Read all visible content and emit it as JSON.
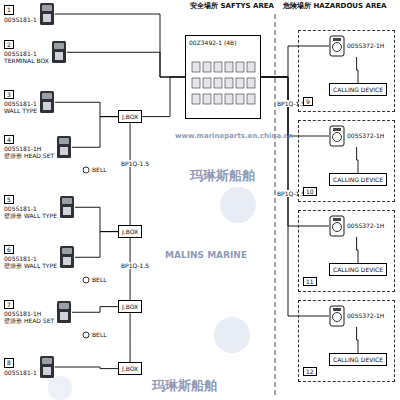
{
  "diagram": {
    "nodes": [
      {
        "text": [
          "1",
          "005S181-1"
        ]
      },
      {
        "text": [
          "2",
          "005S181-1",
          "TERMINAL BOX"
        ]
      },
      {
        "text": [
          "3",
          "005S181-1",
          "WALL TYPE"
        ]
      },
      {
        "text": [
          "4",
          "005S181-1H",
          "壁掛形 HEAD SET"
        ]
      },
      {
        "text": [
          "5",
          "005S181-1",
          "壁掛形 WALL TYPE"
        ]
      },
      {
        "text": [
          "6",
          "005S181-1",
          "壁掛形 WALL TYPE"
        ]
      },
      {
        "text": [
          "7",
          "005S181-1H",
          "壁掛形 HEAD SET"
        ]
      },
      {
        "text": [
          "8",
          "005S181-1"
        ]
      },
      {
        "text": [
          "J.BOX"
        ]
      },
      {
        "text": [
          "J.BOX"
        ]
      },
      {
        "text": [
          "J.BOX"
        ]
      },
      {
        "text": [
          "J.BOX"
        ]
      },
      {
        "text": [
          "00Z3492-1 (4B)"
        ]
      },
      {
        "text": [
          "9"
        ]
      },
      {
        "text": [
          "005S372-1H"
        ],
        "in": 13
      },
      {
        "text": [
          "CALLING DEVICE"
        ],
        "in": 13
      },
      {
        "text": [
          "10"
        ]
      },
      {
        "text": [
          "005S372-1H"
        ],
        "in": 16
      },
      {
        "text": [
          "CALLING DEVICE"
        ],
        "in": 16
      },
      {
        "text": [
          "11"
        ]
      },
      {
        "text": [
          "005S372-1H"
        ],
        "in": 19
      },
      {
        "text": [
          "CALLING DEVICE"
        ],
        "in": 19
      },
      {
        "text": [
          "12"
        ]
      },
      {
        "text": [
          "005S372-1H"
        ],
        "in": 22
      },
      {
        "text": [
          "CALLING DEVICE"
        ],
        "in": 22
      }
    ],
    "edges": [
      {
        "from": 0,
        "to": 12,
        "arrow": "none"
      },
      {
        "from": 1,
        "to": 12,
        "arrow": "none"
      },
      {
        "from": 2,
        "to": 8,
        "arrow": "none"
      },
      {
        "from": 3,
        "to": 8,
        "arrow": "none"
      },
      {
        "from": 4,
        "to": 9,
        "arrow": "none"
      },
      {
        "from": 5,
        "to": 9,
        "arrow": "none"
      },
      {
        "from": 6,
        "to": 10,
        "arrow": "none"
      },
      {
        "from": 7,
        "to": 11,
        "arrow": "none"
      },
      {
        "from": 8,
        "to": 12,
        "arrow": "none"
      },
      {
        "from": 9,
        "to": 8,
        "arrow": "none"
      },
      {
        "from": 10,
        "to": 9,
        "arrow": "none"
      },
      {
        "from": 11,
        "to": 10,
        "arrow": "none"
      },
      {
        "from": 12,
        "to": 14,
        "arrow": "none"
      },
      {
        "from": 12,
        "to": 17,
        "arrow": "none"
      },
      {
        "from": 12,
        "to": 20,
        "arrow": "none"
      },
      {
        "from": 12,
        "to": 23,
        "arrow": "none"
      },
      {
        "from": 14,
        "to": 15,
        "arrow": "none"
      },
      {
        "from": 17,
        "to": 18,
        "arrow": "none"
      },
      {
        "from": 20,
        "to": 21,
        "arrow": "none"
      },
      {
        "from": 23,
        "to": 24,
        "arrow": "none"
      }
    ],
    "labels": [
      "安全場所 SAFTYS AREA",
      "危険場所 HAZARDOUS AREA",
      "BELL",
      "BELL",
      "BELL",
      "BP1Q-1.5",
      "BP1Q-1.5",
      "BP1Q-1.5",
      "BP1Q-1.5",
      "玛琳斯船舶",
      "MALINS MARINE",
      "玛琳斯船舶",
      "www.marineparts.en.china.cn"
    ]
  }
}
